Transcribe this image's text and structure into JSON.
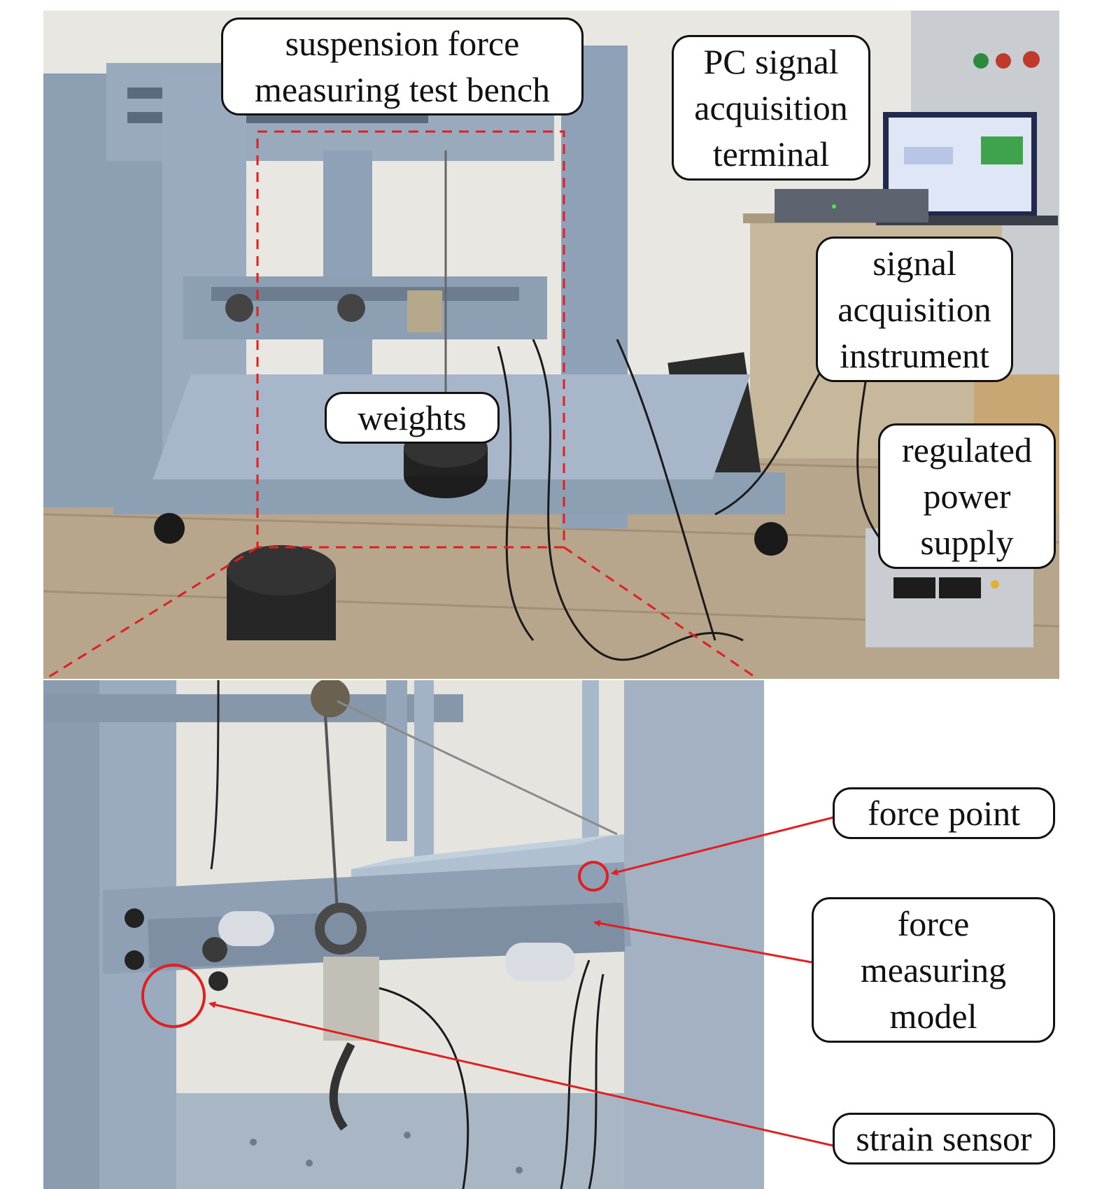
{
  "labels": {
    "test_bench": "suspension force measuring test bench",
    "pc_terminal": "PC signal acquisition terminal",
    "acq_instrument": "signal acquisition instrument",
    "weights": "weights",
    "power_supply": "regulated power supply",
    "force_point": "force point",
    "force_model": "force measuring model",
    "strain_sensor": "strain sensor"
  },
  "colors": {
    "frame": "#8fa1b6",
    "wall": "#e9e7e1",
    "floor": "#b8a58a",
    "annotation_red": "#e02020"
  }
}
